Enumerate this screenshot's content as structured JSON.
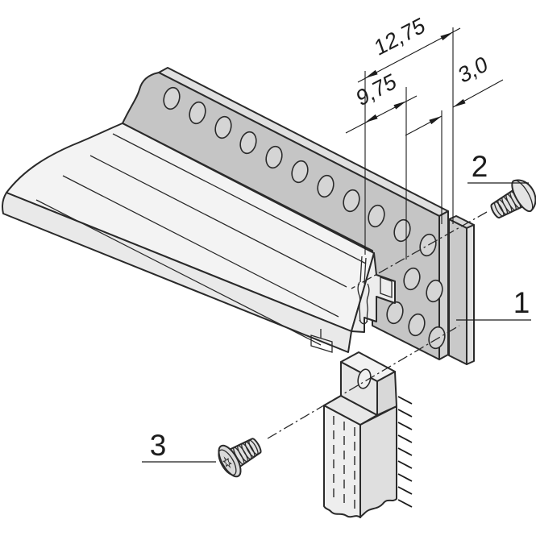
{
  "diagram": {
    "type": "exploded-assembly-technical-drawing",
    "dimensions": {
      "outer": "12,75",
      "inner": "9,75",
      "offset": "3,0"
    },
    "callouts": {
      "end_plate": "1",
      "top_screw": "2",
      "bottom_screw": "3"
    },
    "colors": {
      "background": "#ffffff",
      "line": "#2a2a2a",
      "strip_face": "#c5c5c5",
      "strip_top": "#e0e0e0",
      "strip_end": "#d2d2d2",
      "plate_face": "#c9c9c9",
      "plate_side": "#e2e2e2",
      "rail_top": "#f3f3f3",
      "rail_front": "#e9e9e9",
      "rail_end": "#ededed",
      "column_front": "#eeeeee",
      "column_side": "#dfdfdf",
      "screw": "#e2e2e2"
    }
  }
}
